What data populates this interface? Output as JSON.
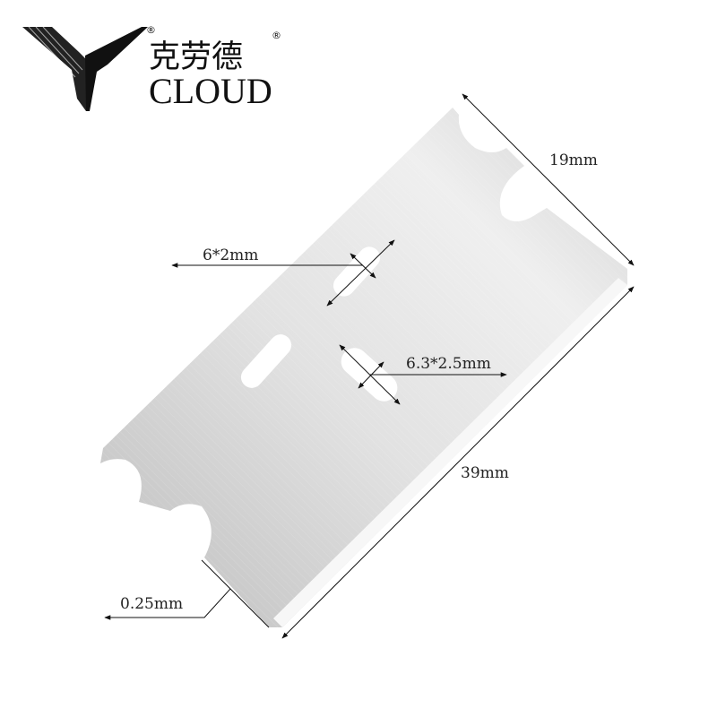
{
  "brand": {
    "name_cn": "克劳德",
    "name_en": "CLOUD",
    "registered_mark": "®",
    "logo_icon": "winged-y-logo-icon"
  },
  "diagram": {
    "subject": "razor-blade-scraper",
    "colors": {
      "background": "#ffffff",
      "blade_light": "#f2f2f2",
      "blade_dark": "#c8c8c8",
      "line": "#111111"
    },
    "dimensions": {
      "width_label": "19mm",
      "length_label": "39mm",
      "thickness_label": "0.25mm",
      "upper_slot_label": "6*2mm",
      "lower_slot_label": "6.3*2.5mm"
    }
  }
}
